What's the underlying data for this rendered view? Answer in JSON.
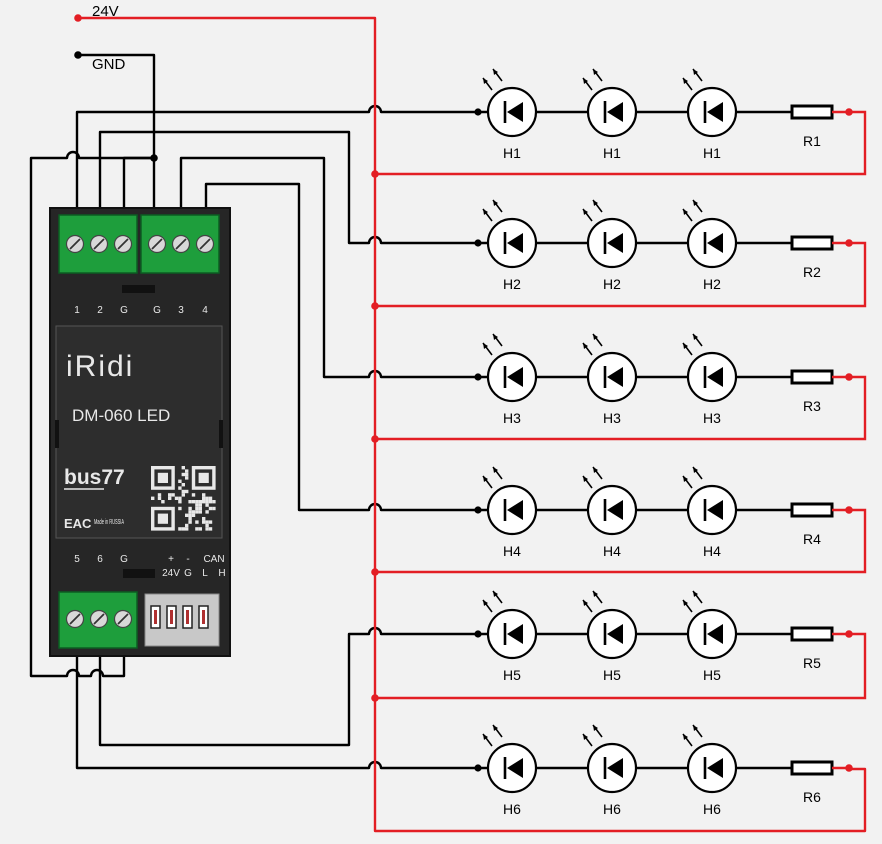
{
  "power": {
    "v24_label": "24V",
    "gnd_label": "GND"
  },
  "device": {
    "brand": "iRidi",
    "model": "DM-060 LED",
    "bus_logo": "bus77",
    "eac_mark": "EAC",
    "made_in": "Made in RUSSIA",
    "top_terminals": [
      "1",
      "2",
      "G",
      "G",
      "3",
      "4"
    ],
    "bottom_terminals": [
      "5",
      "6",
      "G"
    ],
    "power_terminals": [
      "+",
      "-"
    ],
    "power_sub": [
      "24V",
      "G"
    ],
    "can_label": "CAN",
    "can_terminals": [
      "L",
      "H"
    ]
  },
  "rows": [
    {
      "led": "H1",
      "resistor": "R1"
    },
    {
      "led": "H2",
      "resistor": "R2"
    },
    {
      "led": "H3",
      "resistor": "R3"
    },
    {
      "led": "H4",
      "resistor": "R4"
    },
    {
      "led": "H5",
      "resistor": "R5"
    },
    {
      "led": "H6",
      "resistor": "R6"
    }
  ],
  "colors": {
    "positive_wire": "#e31e24",
    "wire": "#000000",
    "terminal_green": "#1e9e3c",
    "device_body": "#262626"
  }
}
